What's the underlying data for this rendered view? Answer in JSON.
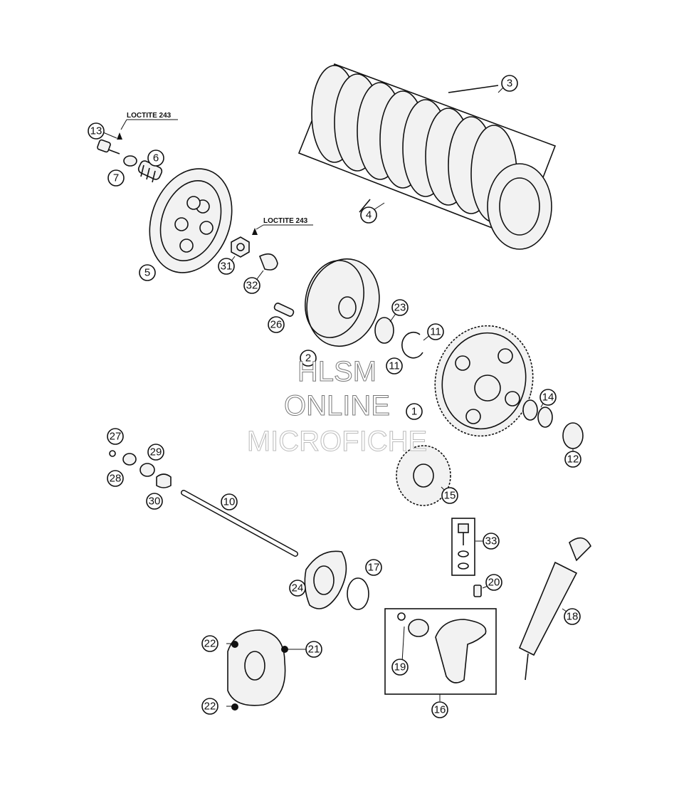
{
  "diagram": {
    "notes": [
      "LOCTITE 243",
      "LOCTITE 243"
    ],
    "callouts": [
      "1",
      "2",
      "3",
      "4",
      "5",
      "6",
      "7",
      "10",
      "11",
      "11",
      "12",
      "13",
      "14",
      "15",
      "16",
      "17",
      "18",
      "19",
      "20",
      "21",
      "22",
      "22",
      "23",
      "24",
      "26",
      "27",
      "28",
      "29",
      "30",
      "31",
      "32",
      "33"
    ]
  },
  "watermark": {
    "line1": "HLSM",
    "line2": "ONLINE",
    "line3": "MICROFICHE"
  }
}
